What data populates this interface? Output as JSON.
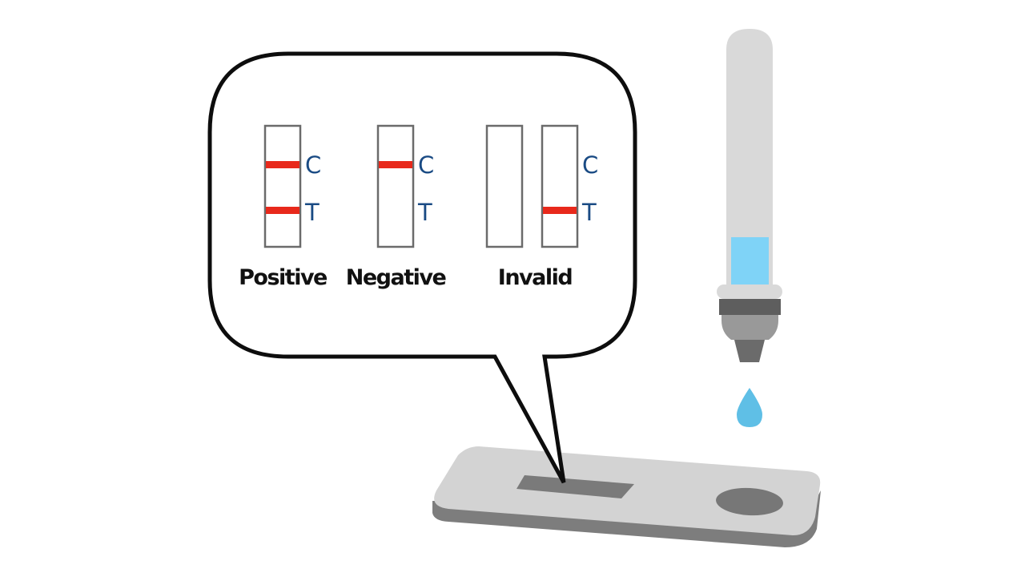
{
  "results": [
    {
      "label": "Positive",
      "control_line": true,
      "test_line": true
    },
    {
      "label": "Negative",
      "control_line": true,
      "test_line": false
    },
    {
      "label": "Invalid",
      "control_line": false,
      "test_line": false
    },
    {
      "label": "",
      "control_line": false,
      "test_line": true
    }
  ],
  "line_letters": {
    "control": "C",
    "test": "T"
  },
  "colors": {
    "line": "#e8291b",
    "letter": "#1a4b84",
    "strip_border": "#6b6b6b",
    "bubble_border": "#0d0d0d",
    "dropper_body": "#d9d9d9",
    "liquid": "#7fd3f7",
    "drop": "#5fbfe6",
    "cassette": "#d3d3d3",
    "cassette_edge": "#8f8f8f",
    "window": "#7a7a7a"
  },
  "icons": {
    "bubble": "speech-bubble-icon",
    "dropper": "dropper-icon",
    "drop": "water-drop-icon",
    "cassette": "test-cassette-icon"
  }
}
